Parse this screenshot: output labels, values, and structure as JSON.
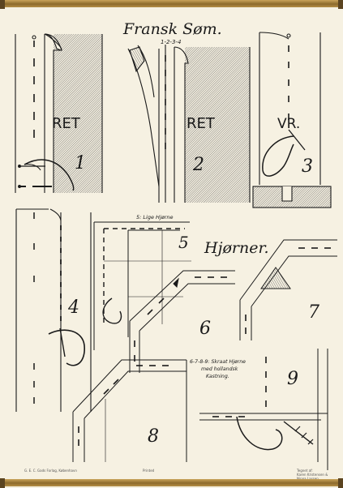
{
  "title": "Fransk Søm.",
  "subtitle": "1-2-3-4",
  "labels": {
    "ret1": "RET",
    "ret2": "RET",
    "vr": "VR.",
    "lige_hjorne": "5: Lige Hjørne",
    "hjorner": "Hjørner.",
    "skraat_line1": "6-7-8-9: Skraat Hjørne",
    "skraat_line2": "med hollandsk",
    "skraat_line3": "Kastning."
  },
  "numbers": [
    "1",
    "2",
    "3",
    "4",
    "5",
    "6",
    "7",
    "8",
    "9"
  ],
  "footer": {
    "left": "G. E. C. Gads Forlag, København",
    "mid": "Printed",
    "right_line1": "Tegnet af:",
    "right_line2": "Karen Kristensen & Ninna Lassen"
  },
  "colors": {
    "paper": "#f6f1e2",
    "ink": "#1a1a1a",
    "hatch": "#555555",
    "rod": "#b58f46"
  }
}
